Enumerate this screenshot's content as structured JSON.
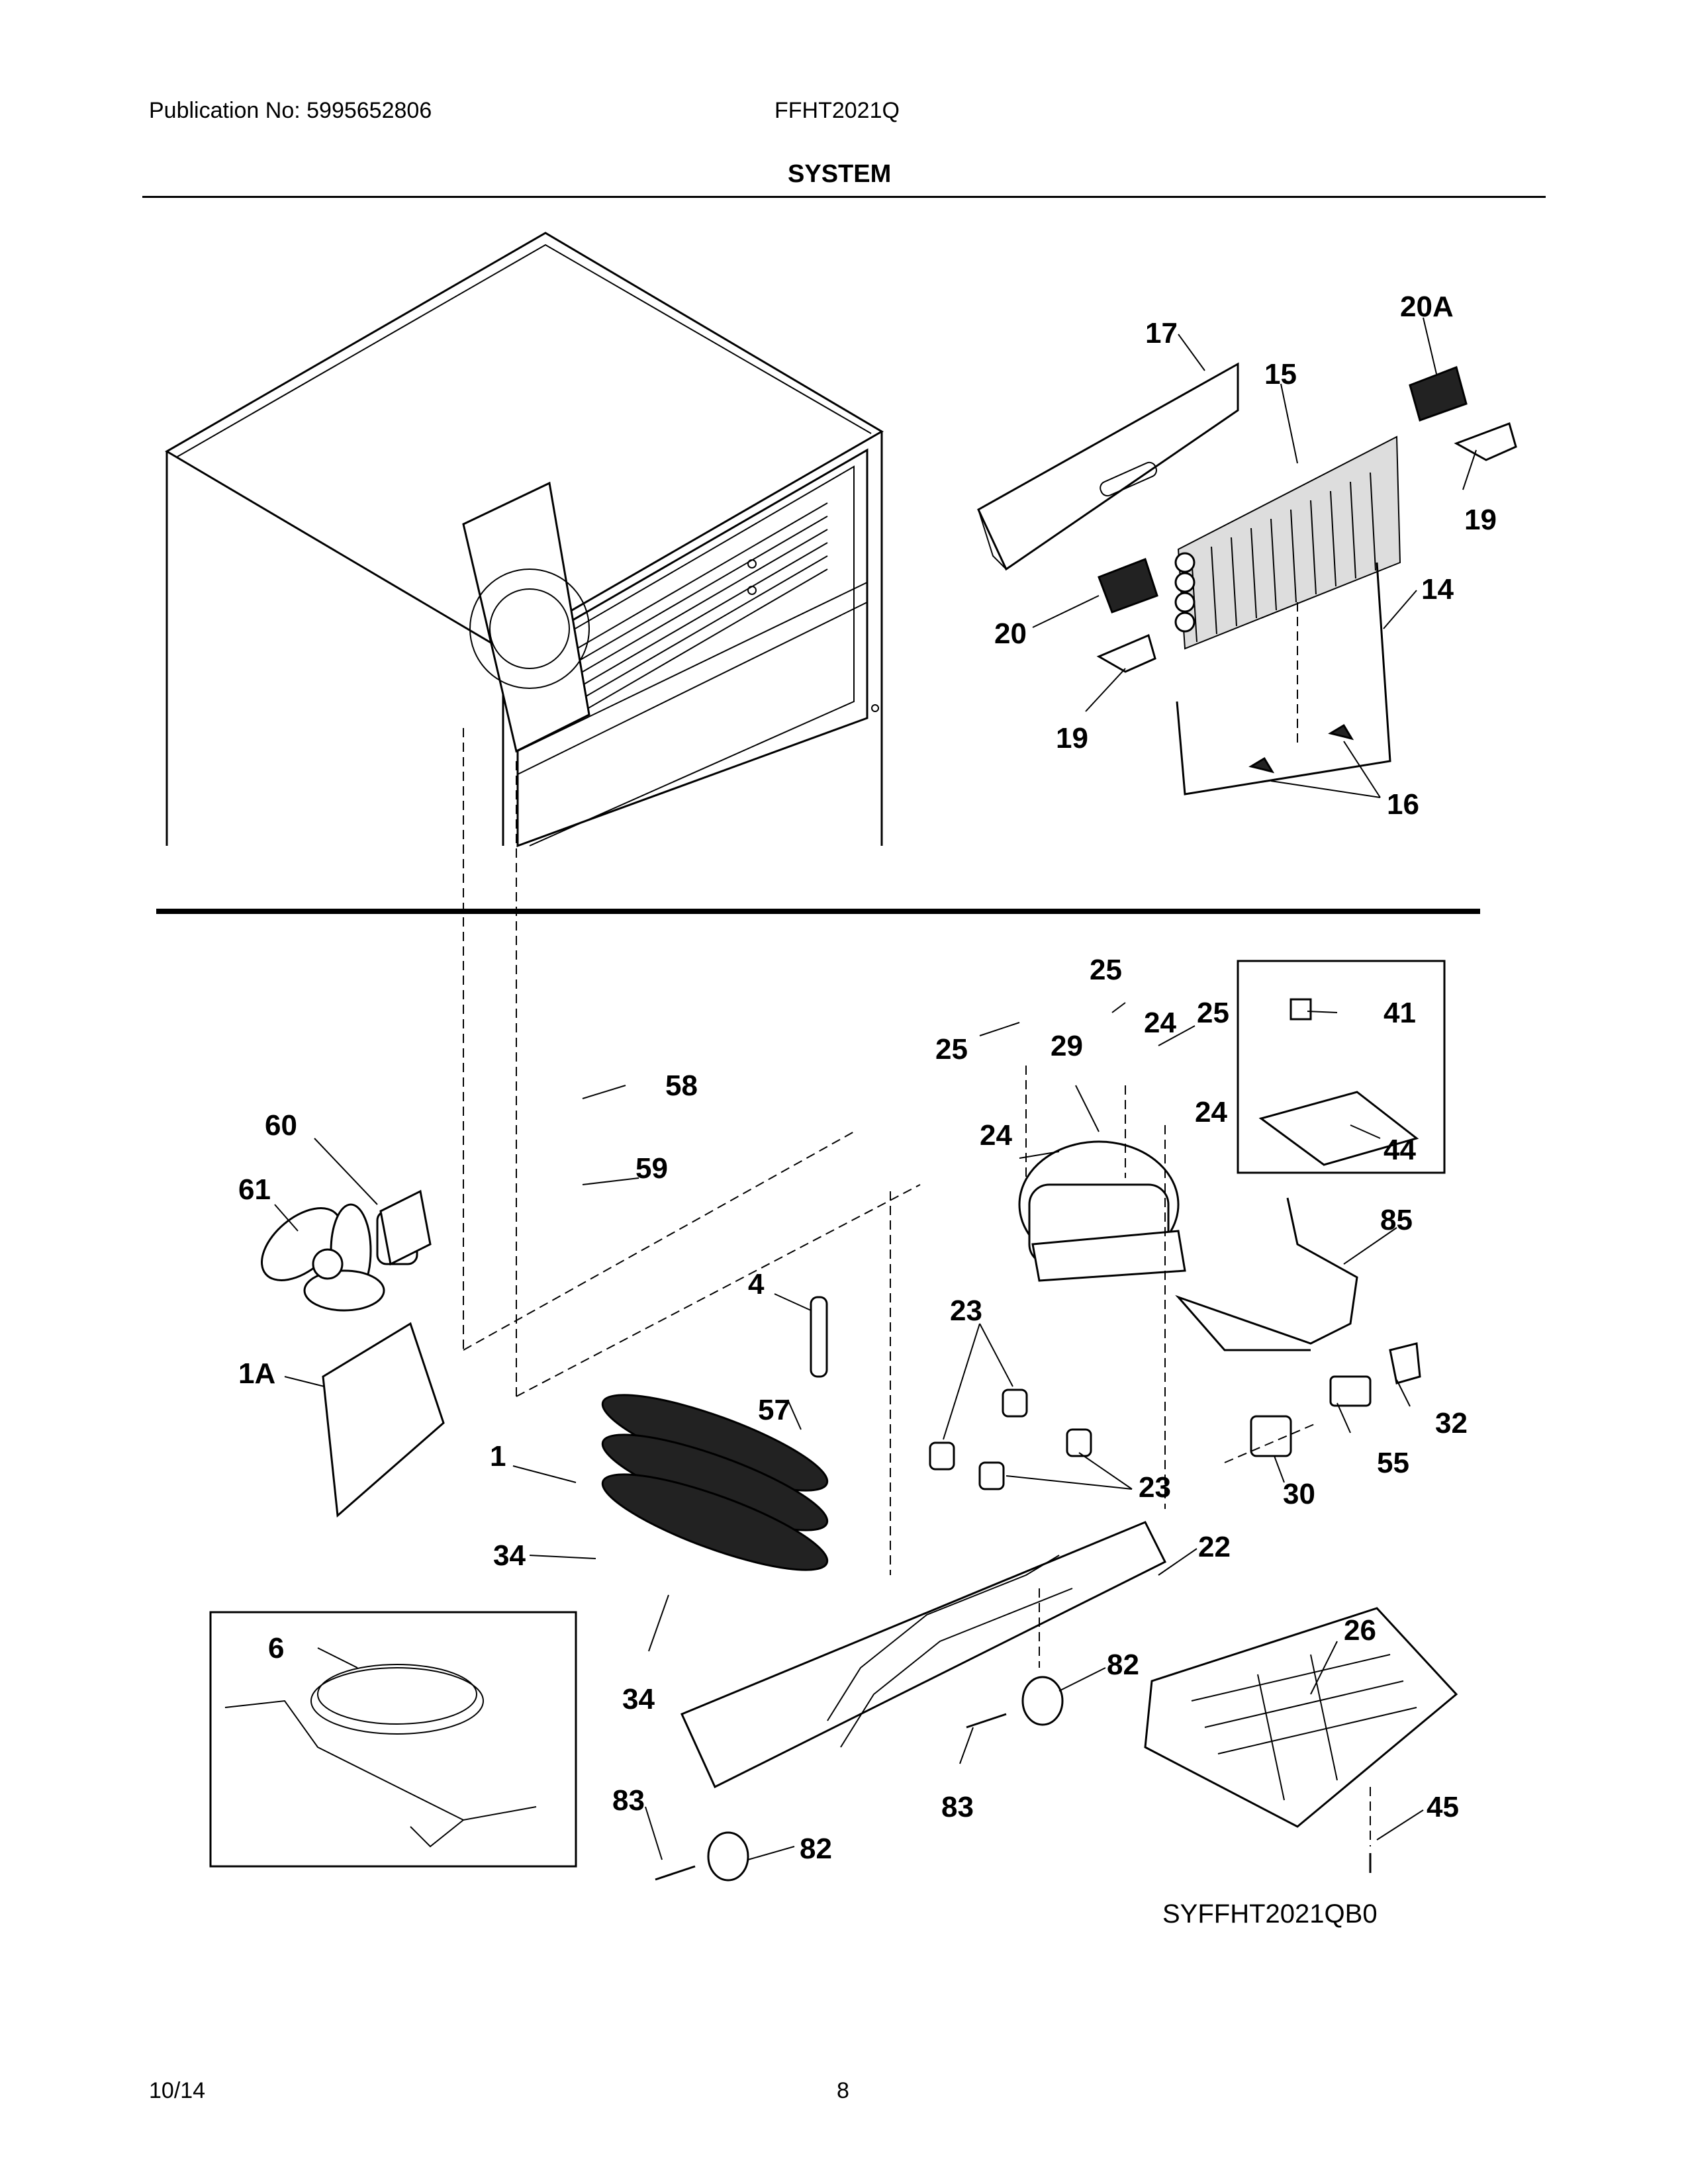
{
  "header": {
    "publication": "Publication No: 5995652806",
    "model": "FFHT2021Q",
    "section_title": "SYSTEM"
  },
  "footer": {
    "date": "10/14",
    "page_number": "8"
  },
  "diagram_code": "SYFFHT2021QB0",
  "callouts": {
    "c17": "17",
    "c15": "15",
    "c20A": "20A",
    "c19a": "19",
    "c19b": "19",
    "c14": "14",
    "c20": "20",
    "c16": "16",
    "c25a": "25",
    "c25b": "25",
    "c25c": "25",
    "c24a": "24",
    "c24b": "24",
    "c24c": "24",
    "c29": "29",
    "c41": "41",
    "c44": "44",
    "c58": "58",
    "c60": "60",
    "c59": "59",
    "c61": "61",
    "c4": "4",
    "c23a": "23",
    "c23b": "23",
    "c85": "85",
    "c1A": "1A",
    "c57": "57",
    "c32": "32",
    "c1": "1",
    "c55": "55",
    "c30": "30",
    "c34a": "34",
    "c34b": "34",
    "c22": "22",
    "c6": "6",
    "c26": "26",
    "c82a": "82",
    "c82b": "82",
    "c83a": "83",
    "c83b": "83",
    "c45": "45"
  }
}
